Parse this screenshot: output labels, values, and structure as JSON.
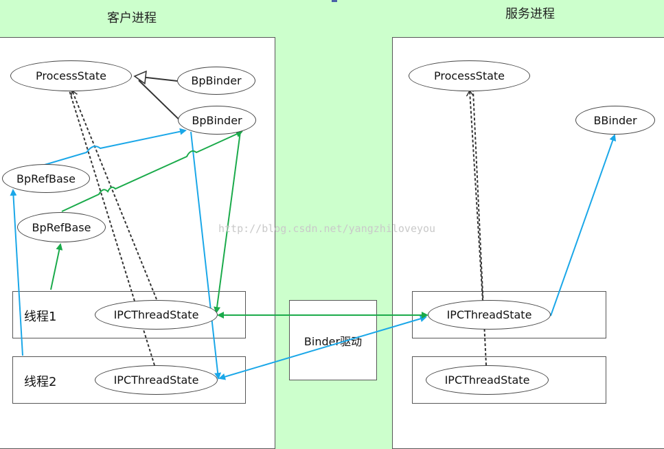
{
  "client_title": "客户进程",
  "server_title": "服务进程",
  "watermark": "http://blog.csdn.net/yangzhiloveyou",
  "driver_label": "Binder驱动",
  "client": {
    "process_state": "ProcessState",
    "bp_binder_1": "BpBinder",
    "bp_binder_2": "BpBinder",
    "bp_ref_base_1": "BpRefBase",
    "bp_ref_base_2": "BpRefBase",
    "thread1_label": "线程1",
    "thread2_label": "线程2",
    "ipc_1": "IPCThreadState",
    "ipc_2": "IPCThreadState"
  },
  "server": {
    "process_state": "ProcessState",
    "bbinder": "BBinder",
    "ipc_1": "IPCThreadState",
    "ipc_2": "IPCThreadState"
  },
  "colors": {
    "background": "#ccffcc",
    "blue_arrow": "#1aa7e8",
    "green_arrow": "#1aaa4a",
    "dark_line": "#333333"
  }
}
